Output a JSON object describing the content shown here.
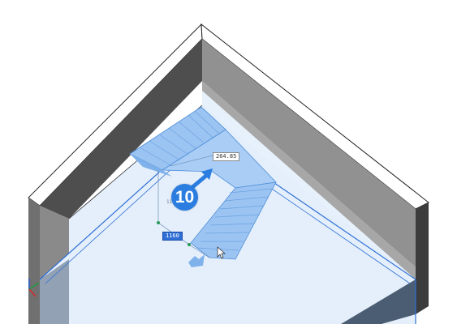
{
  "viewport": {
    "dimension_upper": "264.85",
    "dimension_lower": "1160",
    "dimension_small": "11",
    "step_badge": "10"
  },
  "colors": {
    "wall_inner_left": "#555555",
    "wall_inner_right": "#8e8e8e",
    "wall_outer": "#7a7a7a",
    "floor_preview": "#e6f1fc",
    "stair_fill": "#9cc4f2",
    "stair_edge": "#4f8fd8",
    "grip_arrow": "#2b7de0",
    "selection_edge": "#2f6fd6"
  },
  "icons": [
    "ucs-axis-icon",
    "grip-arrow-icon",
    "cursor-icon"
  ]
}
